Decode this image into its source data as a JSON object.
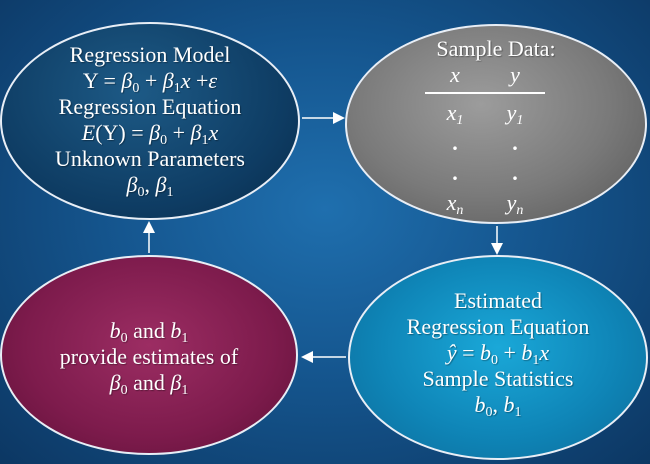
{
  "model": {
    "title": "Regression Model",
    "eq_label": "Regression Equation",
    "params_label": "Unknown Parameters"
  },
  "sample": {
    "title": "Sample Data:",
    "headers": [
      "x",
      "y"
    ]
  },
  "estimated": {
    "line1": "Estimated",
    "line2": "Regression Equation",
    "stats_label": "Sample Statistics"
  },
  "estimates": {
    "and1": " and ",
    "line2": "provide estimates of",
    "and2": " and "
  },
  "colors": {
    "background": "#15568f",
    "model_node": "#0e3c63",
    "sample_node": "#7a7a7a",
    "estimated_node": "#0f86b8",
    "estimates_node": "#7d1b4c"
  }
}
